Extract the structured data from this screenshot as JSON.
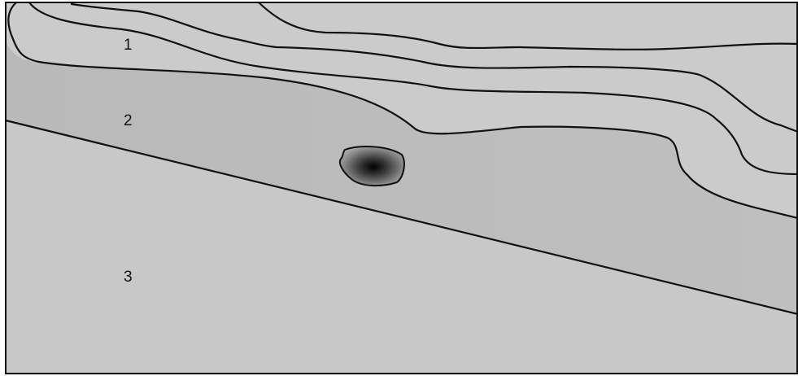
{
  "diagram": {
    "labels": {
      "layer_1": "1",
      "layer_2": "2",
      "layer_3": "3"
    },
    "colors": {
      "background": "#ffffff",
      "upper_layers": "#cccccc",
      "band_2": "#bcbcbc",
      "lower_region": "#c9c9c9",
      "outline": "#111111",
      "inclusion_core": "#000000",
      "inclusion_edge": "#b0b0b0"
    }
  }
}
